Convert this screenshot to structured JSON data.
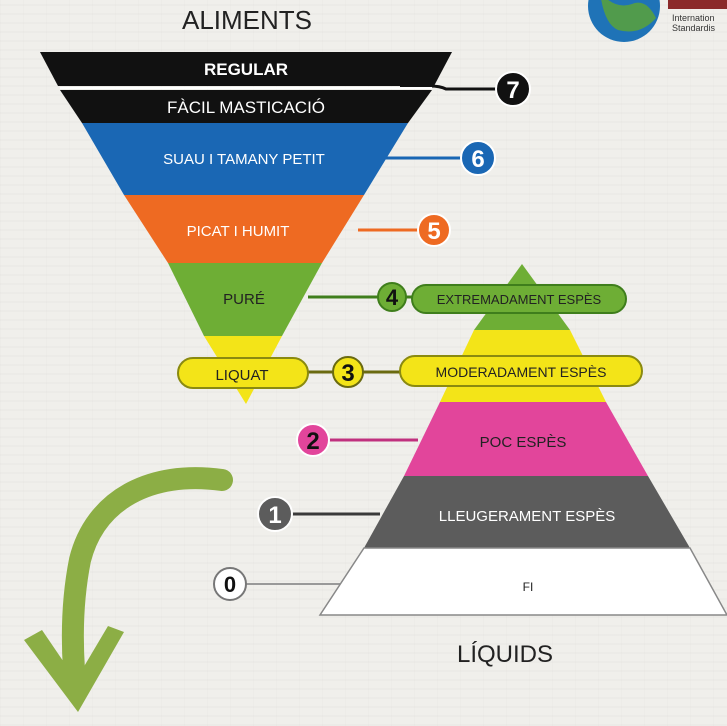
{
  "title_top": "ALIMENTS",
  "title_bottom": "LÍQUIDS",
  "logo": {
    "text_line1": "Internation",
    "text_line2": "Standardis",
    "accent_color": "#8b2a2a"
  },
  "foods": [
    {
      "level": "7",
      "label": "REGULAR",
      "color": "#111111"
    },
    {
      "level": "7",
      "label": "FÀCIL MASTICACIÓ",
      "color": "#111111"
    },
    {
      "level": "6",
      "label": "SUAU I TAMANY PETIT",
      "color": "#1a67b4"
    },
    {
      "level": "5",
      "label": "PICAT I HUMIT",
      "color": "#ee6a22"
    },
    {
      "level": "4",
      "label": "PURÉ",
      "color": "#6eae35"
    },
    {
      "level": "3",
      "label": "LIQUAT",
      "color": "#f3e418"
    }
  ],
  "liquids": [
    {
      "level": "4",
      "label": "EXTREMADAMENT ESPÈS",
      "color": "#6eae35"
    },
    {
      "level": "3",
      "label": "MODERADAMENT ESPÈS",
      "color": "#f3e418"
    },
    {
      "level": "2",
      "label": "POC ESPÈS",
      "color": "#e2459b"
    },
    {
      "level": "1",
      "label": "LLEUGERAMENT ESPÈS",
      "color": "#5c5c5c"
    },
    {
      "level": "0",
      "label": "FI",
      "color": "#ffffff"
    }
  ],
  "badges": {
    "b7": {
      "number": "7",
      "color": "#111111"
    },
    "b6": {
      "number": "6",
      "color": "#1a67b4"
    },
    "b5": {
      "number": "5",
      "color": "#ee6a22"
    },
    "b4": {
      "number": "4",
      "color": "#6eae35"
    },
    "b3": {
      "number": "3",
      "color": "#f3e418"
    },
    "b2": {
      "number": "2",
      "color": "#e2459b"
    },
    "b1": {
      "number": "1",
      "color": "#5c5c5c"
    },
    "b0": {
      "number": "0",
      "color": "#ffffff"
    }
  },
  "arrow": {
    "icon": "curved-arrow-down-icon",
    "color": "#8cae45"
  }
}
